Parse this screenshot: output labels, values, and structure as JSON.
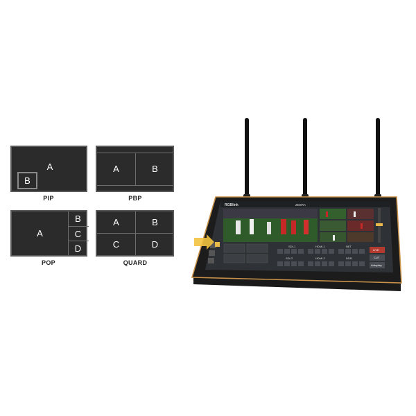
{
  "layouts": {
    "pip": {
      "caption": "PIP",
      "main": "A",
      "inset": "B"
    },
    "pbp": {
      "caption": "PBP",
      "left": "A",
      "right": "B"
    },
    "pop": {
      "caption": "POP",
      "main": "A",
      "side": [
        "B",
        "C",
        "D"
      ]
    },
    "quard": {
      "caption": "QUARD",
      "cells": [
        "A",
        "B",
        "C",
        "D"
      ]
    }
  },
  "device": {
    "brand": "RGBlink",
    "screen_title": "ZEBRA",
    "input_groups": [
      "SDI-1",
      "HDMI-1",
      "NET",
      "SDI-2",
      "HDMI-2",
      "DDR"
    ],
    "side_buttons": [
      "LIVE",
      "CUT",
      "Autoplay"
    ]
  },
  "colors": {
    "panel": "#2b2b2b",
    "panel_border": "#5a5a5a",
    "bezel_trim": "#c8924a",
    "arrow": "#f2c341"
  }
}
